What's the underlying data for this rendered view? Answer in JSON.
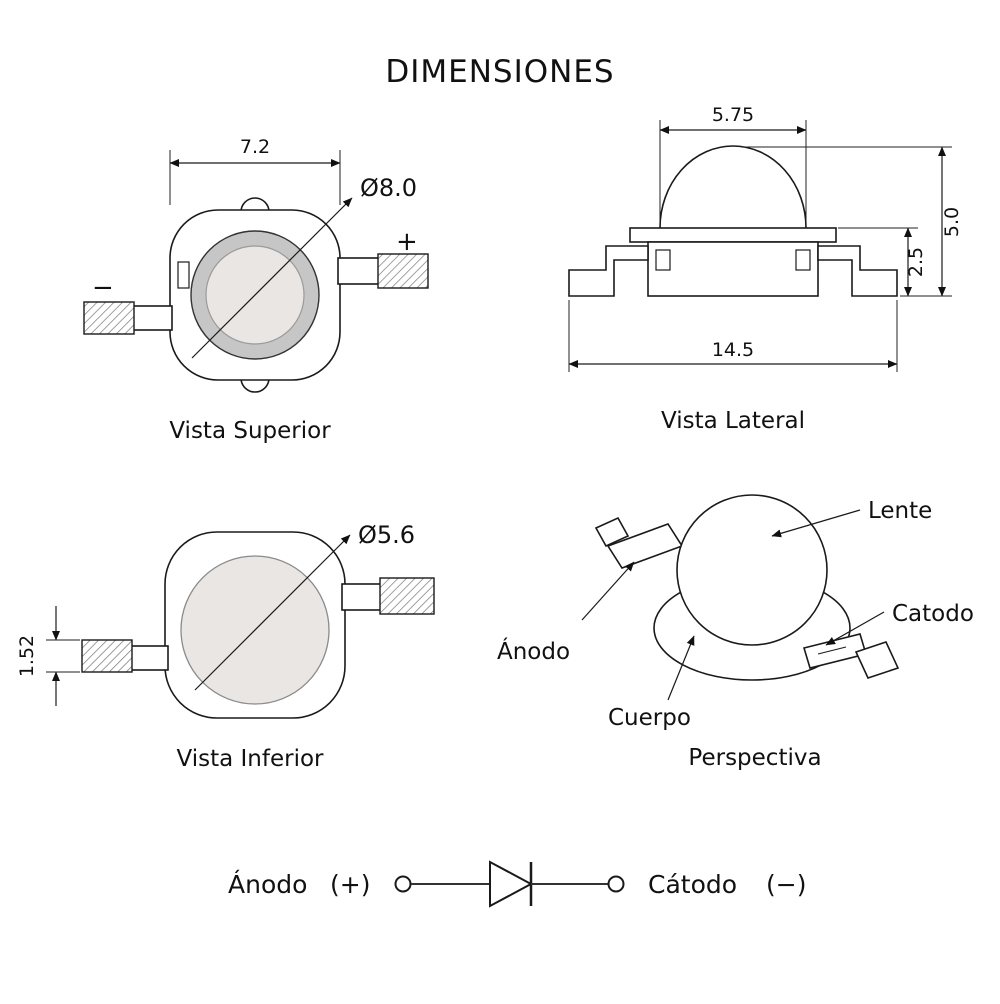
{
  "title": "DIMENSIONES",
  "top_view": {
    "caption": "Vista Superior",
    "width_dim": "7.2",
    "diameter_dim": "Ø8.0",
    "plus_sign": "+",
    "minus_sign": "−"
  },
  "side_view": {
    "caption": "Vista Lateral",
    "lens_width_dim": "5.75",
    "total_height_dim": "5.0",
    "body_height_dim": "2.5",
    "total_width_dim": "14.5"
  },
  "bottom_view": {
    "caption": "Vista Inferior",
    "diameter_dim": "Ø5.6",
    "lead_thickness_dim": "1.52"
  },
  "perspective_view": {
    "caption": "Perspectiva",
    "lens_label": "Lente",
    "cathode_label": "Catodo",
    "anode_label": "Ánodo",
    "body_label": "Cuerpo"
  },
  "schematic": {
    "anode_label": "Ánodo",
    "anode_sign": "(+)",
    "cathode_label": "Cátodo",
    "cathode_sign": "(−)"
  },
  "colors": {
    "line": "#1a1a1a",
    "ring_fill": "#c6c6c6",
    "disc_fill": "#e9e6e4",
    "muted_text": "#8a8a8a"
  }
}
